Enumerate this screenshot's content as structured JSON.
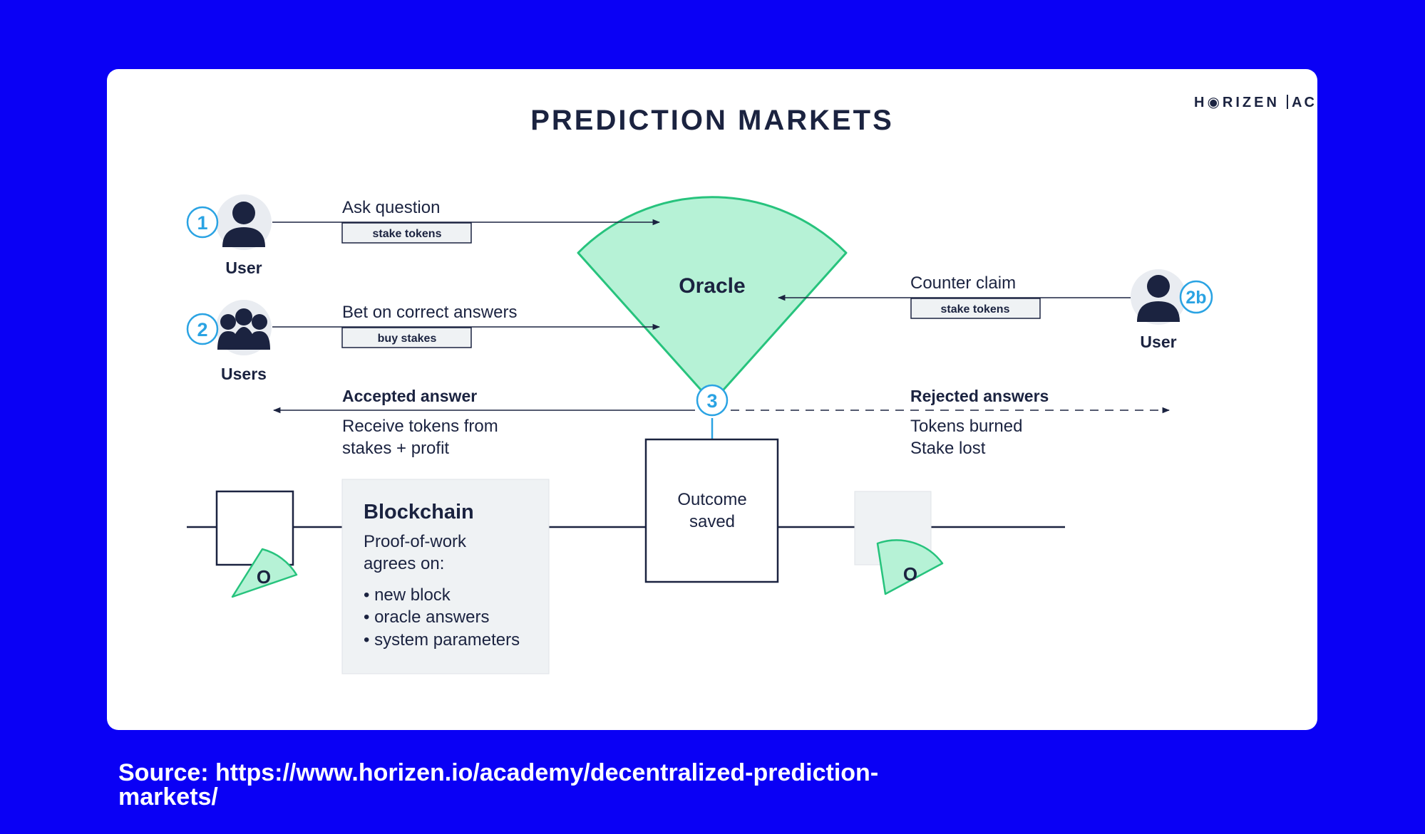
{
  "title": "PREDICTION MARKETS",
  "logo": {
    "text": "H◉RIZEN",
    "suffix": "AC"
  },
  "oracle": {
    "label": "Oracle"
  },
  "step1": {
    "badge": "1",
    "user_label": "User",
    "action": "Ask question",
    "tag": "stake tokens"
  },
  "step2": {
    "badge": "2",
    "users_label": "Users",
    "action": "Bet on correct answers",
    "tag": "buy stakes"
  },
  "step2b": {
    "badge": "2b",
    "user_label": "User",
    "action": "Counter claim",
    "tag": "stake tokens"
  },
  "step3": {
    "badge": "3"
  },
  "accepted": {
    "heading": "Accepted answer",
    "line1": "Receive tokens from",
    "line2": "stakes + profit"
  },
  "rejected": {
    "heading": "Rejected answers",
    "line1": "Tokens burned",
    "line2": "Stake lost"
  },
  "outcome": {
    "line1": "Outcome",
    "line2": "saved"
  },
  "blockchain": {
    "heading": "Blockchain",
    "line1": "Proof-of-work",
    "line2": "agrees on:",
    "bullets": [
      "• new block",
      "• oracle answers",
      "• system parameters"
    ]
  },
  "oracle_mini": {
    "left": "O",
    "right": "O"
  },
  "source": {
    "line1": "Source: https://www.horizen.io/academy/decentralized-prediction-",
    "line2": "markets/"
  },
  "colors": {
    "background": "#0a00f5",
    "oracle_fill": "#b6f2d6",
    "oracle_stroke": "#27c37d",
    "badge": "#2aa3e3",
    "ink": "#1b2340",
    "box_gray": "#eff2f4"
  }
}
